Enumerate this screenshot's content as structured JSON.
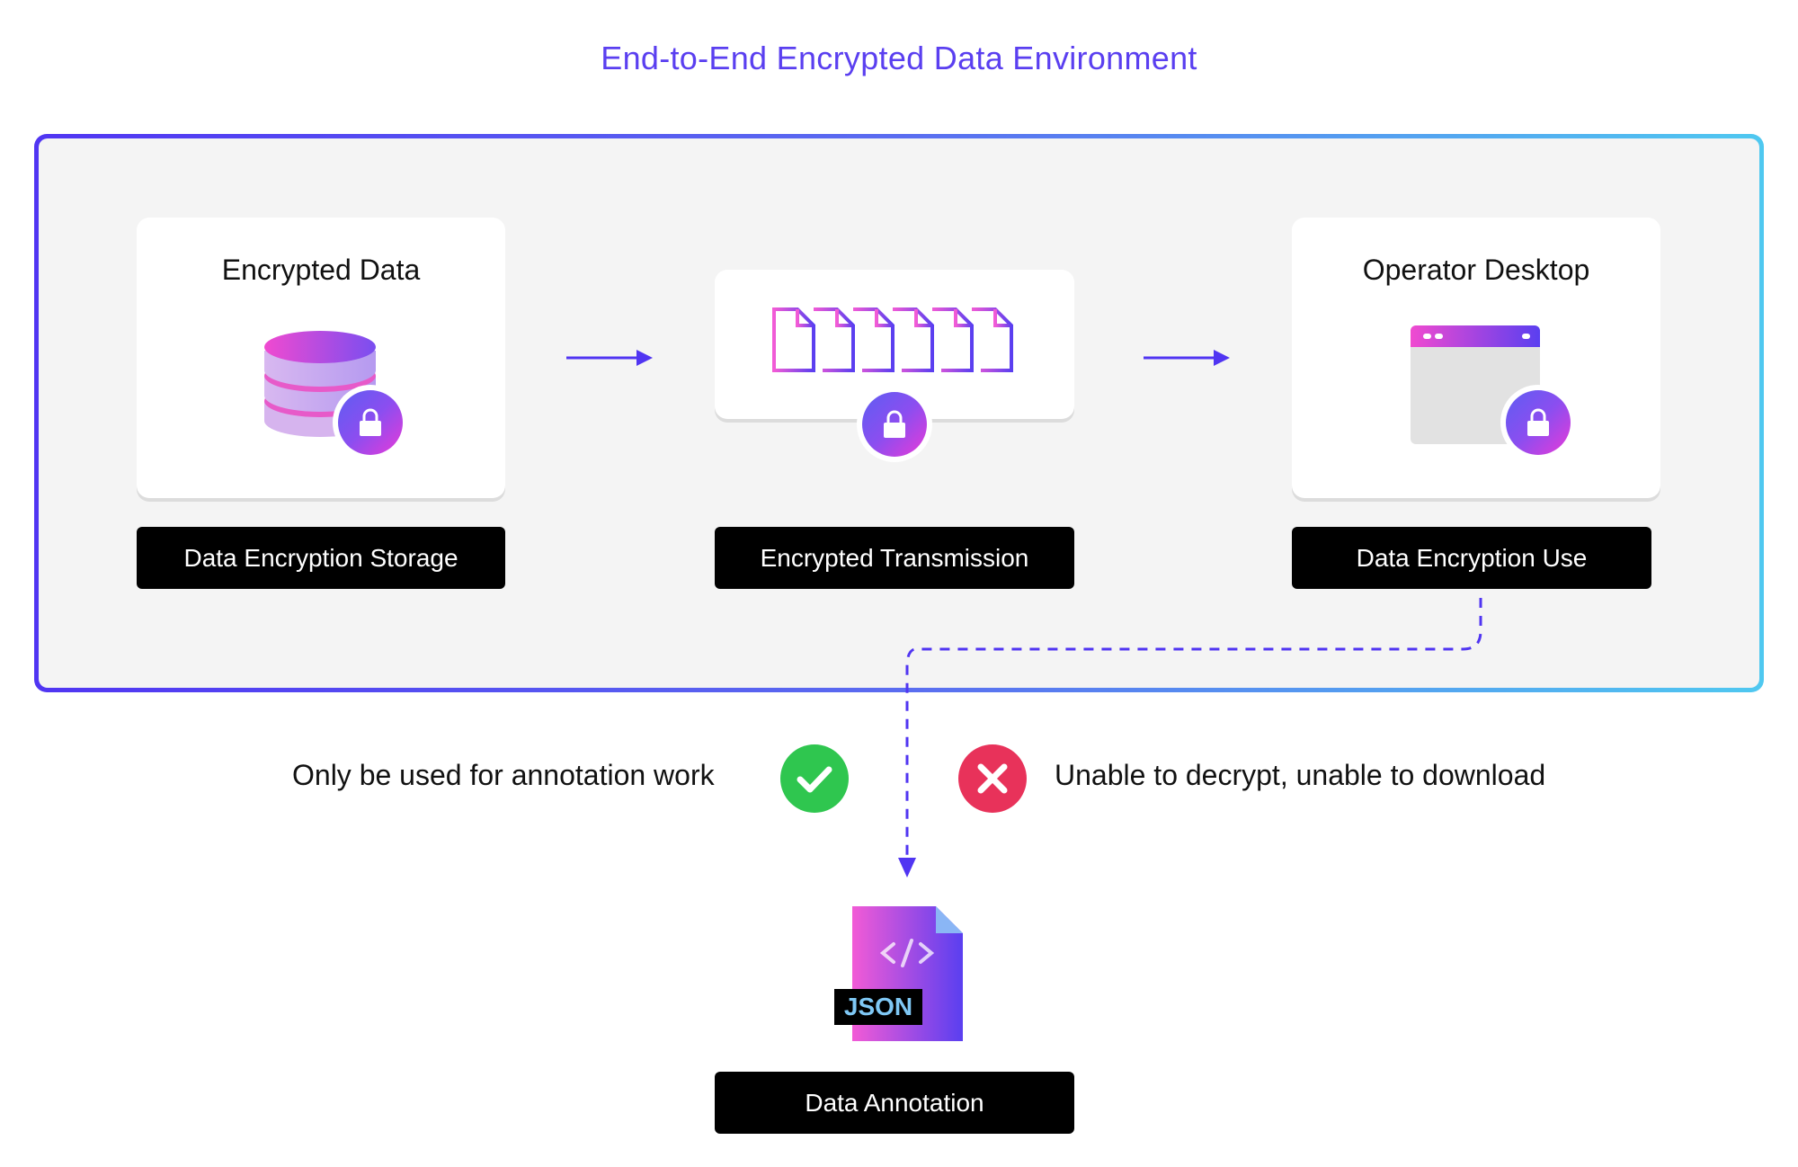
{
  "title": "End-to-End Encrypted Data Environment",
  "stages": [
    {
      "card_title": "Encrypted Data",
      "label": "Data Encryption Storage",
      "icon": "database-icon"
    },
    {
      "card_title": "",
      "label": "Encrypted Transmission",
      "icon": "documents-icon"
    },
    {
      "card_title": "Operator Desktop",
      "label": "Data Encryption Use",
      "icon": "desktop-window-icon"
    }
  ],
  "allowed_note": "Only be used for annotation work",
  "denied_note": "Unable to decrypt, unable to download",
  "output": {
    "badge": "JSON",
    "label": "Data Annotation"
  },
  "colors": {
    "title": "#5a3ff0",
    "arrow": "#5035f2",
    "check": "#2fc64f",
    "cross": "#e8325a",
    "border_start": "#5035f2",
    "border_end": "#4fc8f0"
  }
}
